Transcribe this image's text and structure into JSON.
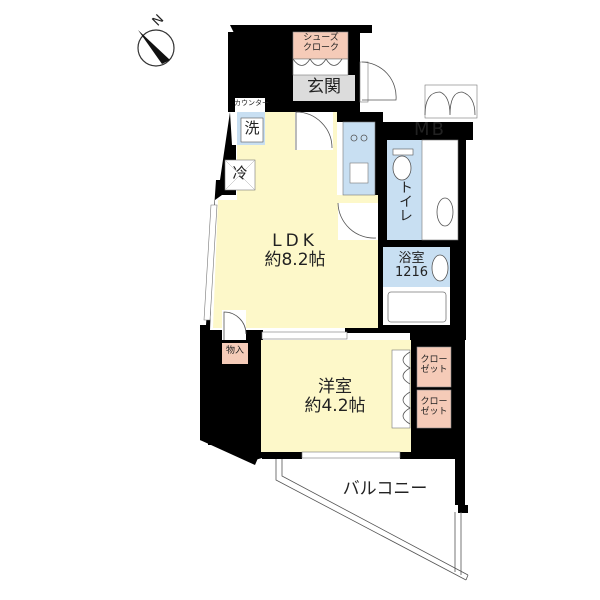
{
  "colors": {
    "wall": "#000000",
    "ldk_floor": "#fdf8c9",
    "wet_area": "#c8dff2",
    "storage": "#f5cbb8",
    "entrance": "#dcdcdc",
    "balcony": "#ffffff"
  },
  "compass": {
    "label": "N",
    "icon": "north-arrow-icon"
  },
  "rooms": {
    "shoe_closet": {
      "line1": "シューズ",
      "line2": "クローク"
    },
    "entrance": {
      "label": "玄関"
    },
    "counter": {
      "label": "カウンター"
    },
    "washer": {
      "label": "洗"
    },
    "fridge": {
      "label": "冷"
    },
    "mb": {
      "label": "MB"
    },
    "toilet": {
      "label": "トイレ"
    },
    "ldk": {
      "line1": "LDK",
      "line2": "約8.2帖"
    },
    "bath": {
      "line1": "浴室",
      "line2": "1216"
    },
    "storage": {
      "label": "物入"
    },
    "western_room": {
      "line1": "洋室",
      "line2": "約4.2帖"
    },
    "closet1": {
      "line1": "クロー",
      "line2": "ゼット"
    },
    "closet2": {
      "line1": "クロー",
      "line2": "ゼット"
    },
    "balcony": {
      "label": "バルコニー"
    }
  }
}
